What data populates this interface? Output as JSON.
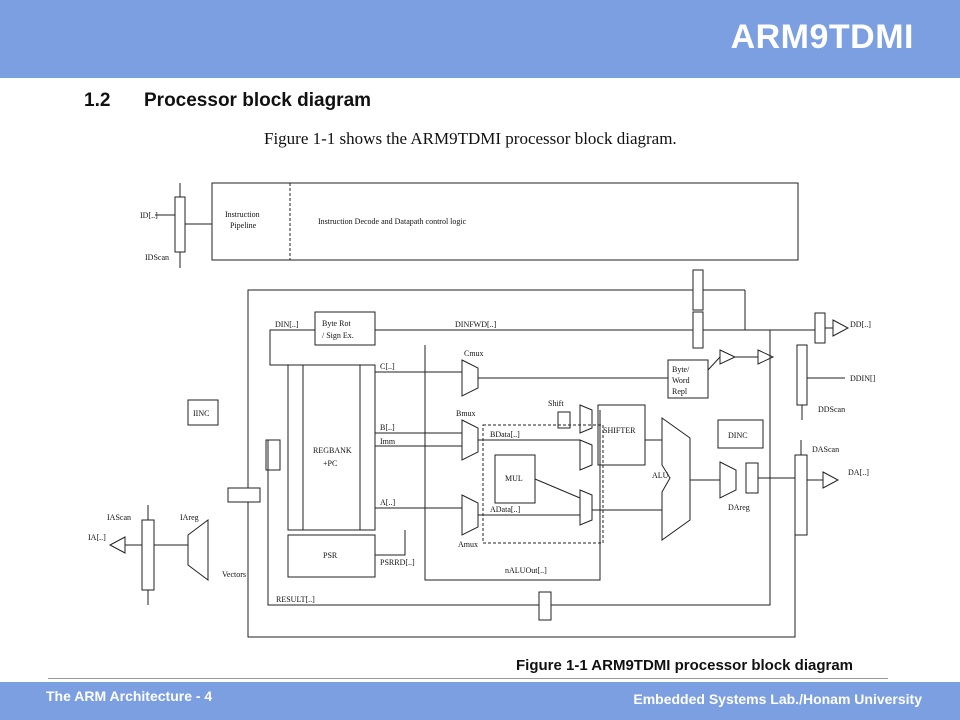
{
  "header": {
    "title": "ARM9TDMI"
  },
  "section": {
    "number": "1.2",
    "title": "Processor block diagram"
  },
  "intro": "Figure 1-1 shows the ARM9TDMI processor block diagram.",
  "diagram": {
    "instr_pipeline_line1": "Instruction",
    "instr_pipeline_line2": "Pipeline",
    "decode_logic": "Instruction Decode and Datapath control logic",
    "id_bus": "ID[..]",
    "id_scan": "IDScan",
    "din": "DIN[..]",
    "byte_rot_line1": "Byte Rot",
    "byte_rot_line2": "/ Sign Ex.",
    "dinfwd": "DINFWD[..]",
    "dd_bus": "DD[..]",
    "ddin": "DDIN[]",
    "dd_scan": "DDScan",
    "c_bus": "C[..]",
    "cmux": "Cmux",
    "byte_word_line1": "Byte/",
    "byte_word_line2": "Word",
    "byte_word_line3": "Repl",
    "iinc": "IINC",
    "regbank": "REGBANK",
    "regbank_pc": "+PC",
    "b_bus": "B[..]",
    "imm": "Imm",
    "bmux": "Bmux",
    "shift": "Shift",
    "bdata": "BData[..]",
    "shifter": "SHIFTER",
    "mul": "MUL",
    "alu": "ALU",
    "dinc": "DINC",
    "da_scan": "DAScan",
    "da_bus": "DA[..]",
    "da_reg": "DAreg",
    "a_bus": "A[..]",
    "adata": "AData[..]",
    "amux": "Amux",
    "ia_scan": "IAScan",
    "ia_reg": "IAreg",
    "ia_bus": "IA[..]",
    "psr": "PSR",
    "psrrd": "PSRRD[..]",
    "vectors": "Vectors",
    "naluout": "nALUOut[..]",
    "result": "RESULT[..]"
  },
  "caption": "Figure 1-1  ARM9TDMI processor block diagram",
  "footer": {
    "left": "The ARM Architecture - 4",
    "right": "Embedded Systems Lab./Honam University"
  }
}
